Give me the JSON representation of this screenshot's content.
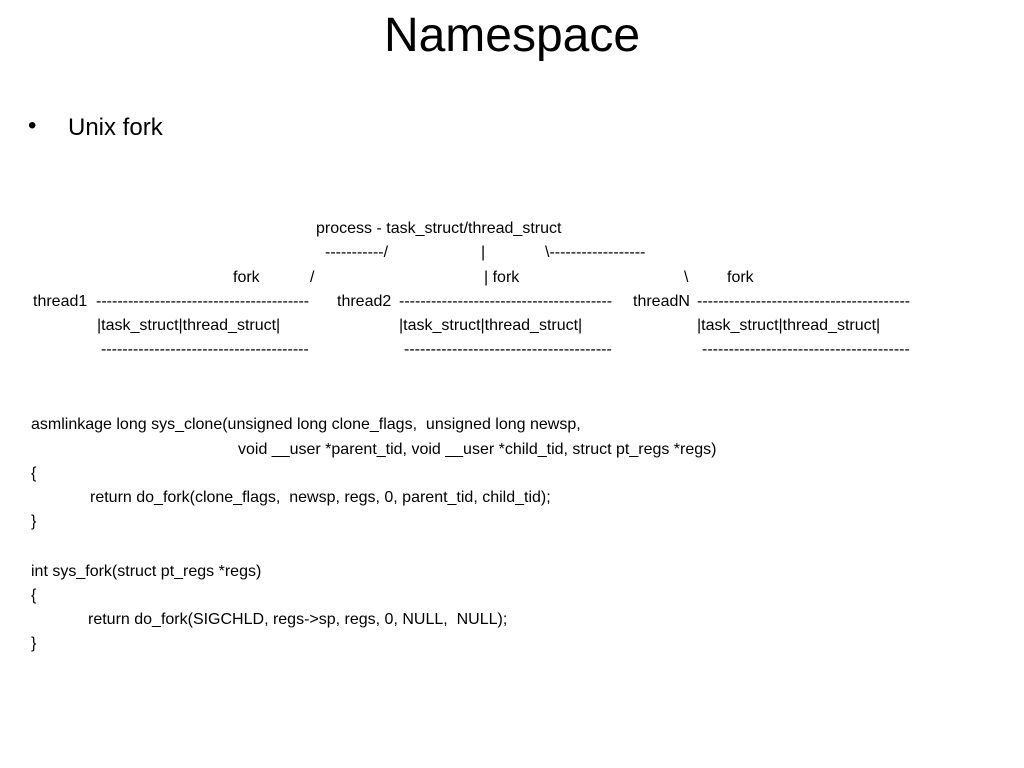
{
  "slide": {
    "title": "Namespace",
    "bullet_marker": "•",
    "bullet": "Unix fork"
  },
  "colors": {
    "background": "#ffffff",
    "text": "#000000"
  },
  "diagram": {
    "process_label": "process - task_struct/thread_struct",
    "edge_left": "-----------/",
    "trunk_pipe": "|",
    "edge_right": "\\------------------",
    "fork_left": "fork",
    "slash_left": "/",
    "fork_mid": "| fork",
    "backslash_right": "\\",
    "fork_right": "fork",
    "thread1_label": "thread1",
    "thread1_dashes": "----------------------------------------",
    "thread2_label": "thread2",
    "thread2_dashes": "----------------------------------------",
    "threadN_label": "threadN",
    "threadN_dashes": "----------------------------------------",
    "thread1_struct": "|task_struct|thread_struct|",
    "thread2_struct": "|task_struct|thread_struct|",
    "threadN_struct": "|task_struct|thread_struct|",
    "thread1_underline": "---------------------------------------",
    "thread2_underline": "---------------------------------------",
    "threadN_underline": "---------------------------------------"
  },
  "code_sys_clone": {
    "line1": "asmlinkage long sys_clone(unsigned long clone_flags,  unsigned long newsp,",
    "line2": "void __user *parent_tid, void __user *child_tid, struct pt_regs *regs)",
    "line3": "{",
    "line4": "return do_fork(clone_flags,  newsp, regs, 0, parent_tid, child_tid);",
    "line5": "}"
  },
  "code_sys_fork": {
    "line1": "int sys_fork(struct pt_regs *regs)",
    "line2": "{",
    "line3": "return do_fork(SIGCHLD, regs->sp, regs, 0, NULL,  NULL);",
    "line4": "}"
  }
}
